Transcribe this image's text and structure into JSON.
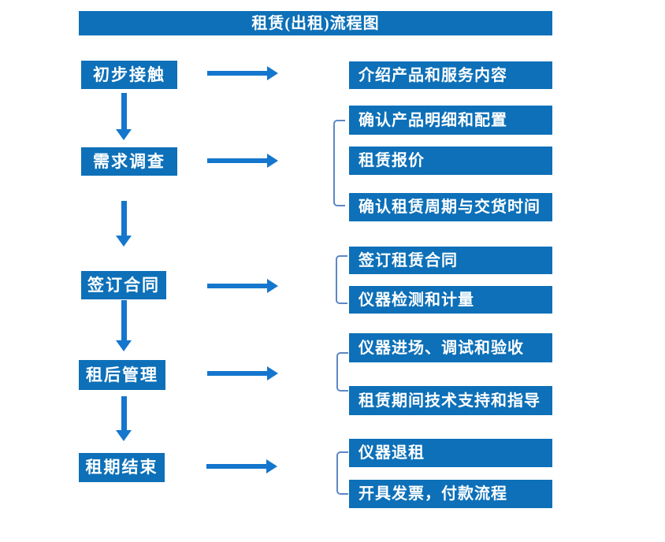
{
  "flow": {
    "title": "租赁(出租)流程图",
    "rows": [
      {
        "step": "初步接触",
        "details": [
          "介绍产品和服务内容"
        ]
      },
      {
        "step": "需求调查",
        "details": [
          "确认产品明细和配置",
          "租赁报价",
          "确认租赁周期与交货时间"
        ]
      },
      {
        "step": "签订合同",
        "details": [
          "签订租赁合同",
          "仪器检测和计量"
        ]
      },
      {
        "step": "租后管理",
        "details": [
          "仪器进场、调试和验收",
          "租赁期间技术支持和指导"
        ]
      },
      {
        "step": "租期结束",
        "details": [
          "仪器退租",
          "开具发票，付款流程"
        ]
      }
    ]
  },
  "colors": {
    "box_blue": "#0d70b8",
    "arrow_blue": "#1476cd",
    "bracket_blue": "#5c87c5",
    "text_white": "#ffffff"
  }
}
